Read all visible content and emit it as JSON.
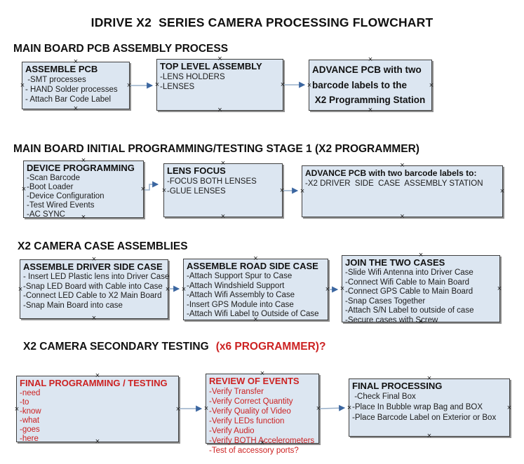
{
  "title": "IDRIVE X2  SERIES CAMERA PROCESSING FLOWCHART",
  "colors": {
    "box_fill": "#dce6f1",
    "box_border": "#3f3f3f",
    "box_shadow": "#8f8f8f",
    "red_accent": "#cc2222",
    "text": "#141414",
    "arrow_line": "#97afc9",
    "arrow_head": "#3b66a0"
  },
  "icons": {
    "connector_anchor": "×"
  },
  "sections": [
    {
      "header": "MAIN BOARD PCB ASSEMBLY PROCESS",
      "boxes": [
        {
          "title": "ASSEMBLE PCB",
          "items": [
            " -SMT processes",
            "- HAND Solder processes",
            "- Attach Bar Code Label"
          ]
        },
        {
          "title": "TOP LEVEL ASSEMBLY",
          "items": [
            "-LENS HOLDERS",
            "-LENSES"
          ]
        },
        {
          "title": "ADVANCE PCB with two\nbarcode labels to the\n X2 Programming Station",
          "items": []
        }
      ]
    },
    {
      "header": "MAIN BOARD INITIAL PROGRAMMING/TESTING STAGE 1 (X2 PROGRAMMER)",
      "boxes": [
        {
          "title": "DEVICE PROGRAMMING",
          "items": [
            "-Scan Barcode",
            "-Boot Loader",
            "-Device Configuration",
            "-Test Wired Events",
            "-AC SYNC"
          ]
        },
        {
          "title": "LENS FOCUS",
          "items": [
            "-FOCUS BOTH LENSES",
            "-GLUE LENSES"
          ]
        },
        {
          "title": "ADVANCE PCB with two barcode labels to:",
          "items": [
            "-X2 DRIVER  SIDE  CASE  ASSEMBLY STATION"
          ]
        }
      ]
    },
    {
      "header": "X2 CAMERA CASE ASSEMBLIES",
      "boxes": [
        {
          "title": "ASSEMBLE DRIVER SIDE CASE",
          "items": [
            "- Insert LED Plastic lens into Driver Case",
            "-Snap LED Board with Cable into Case",
            "-Connect LED Cable to X2 Main Board",
            "-Snap Main Board into case"
          ]
        },
        {
          "title": "ASSEMBLE ROAD SIDE CASE",
          "items": [
            "-Attach Support Spur to Case",
            "-Attach Windshield Support",
            "-Attach Wifi Assembly to Case",
            "-Insert GPS Module into Case",
            "-Attach Wifi Label to Outside of Case"
          ]
        },
        {
          "title": "JOIN THE TWO CASES",
          "items": [
            "-Slide Wifi Antenna into Driver Case",
            "-Connect Wifi Cable to Main Board",
            "-Connect GPS Cable to Main Board",
            "-Snap Cases Together",
            "-Attach S/N Label to outside of case",
            "-Secure cases with Screw"
          ]
        }
      ]
    },
    {
      "header": "X2 CAMERA SECONDARY TESTING",
      "header_suffix": "(x6 PROGRAMMER)?",
      "boxes": [
        {
          "title": "FINAL PROGRAMMING / TESTING",
          "items": [
            "-need",
            "-to",
            "-know",
            "-what",
            "-goes",
            "-here"
          ]
        },
        {
          "title": "REVIEW OF EVENTS",
          "items": [
            "-Verify Transfer",
            "-Verify Correct Quantity",
            "-Verify Quality of Video",
            "-Verify LEDs function",
            "-Verify Audio",
            "-Verify BOTH Accelerometers",
            "-Test of accessory ports?"
          ]
        },
        {
          "title": "FINAL PROCESSING",
          "items": [
            " -Check Final Box",
            "-Place In Bubble wrap Bag and BOX",
            "-Place Barcode Label on Exterior or Box"
          ]
        }
      ]
    }
  ]
}
